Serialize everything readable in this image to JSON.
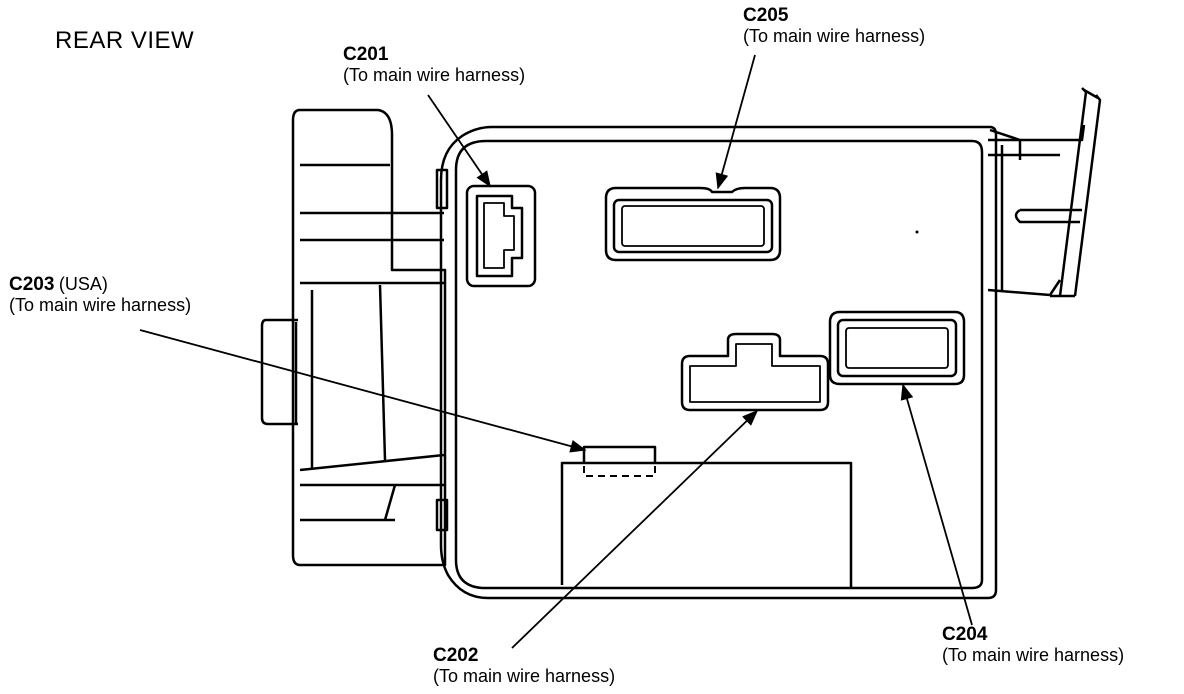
{
  "view_title": "REAR VIEW",
  "colors": {
    "ink": "#000000",
    "paper": "#ffffff"
  },
  "callouts": {
    "c201": {
      "code": "C201",
      "desc": "(To main wire harness)"
    },
    "c205": {
      "code": "C205",
      "desc": "(To main wire harness)"
    },
    "c203": {
      "code": "C203",
      "note": "(USA)",
      "desc": "(To main wire harness)"
    },
    "c202": {
      "code": "C202",
      "desc": "(To main wire harness)"
    },
    "c204": {
      "code": "C204",
      "desc": "(To main wire harness)"
    }
  }
}
